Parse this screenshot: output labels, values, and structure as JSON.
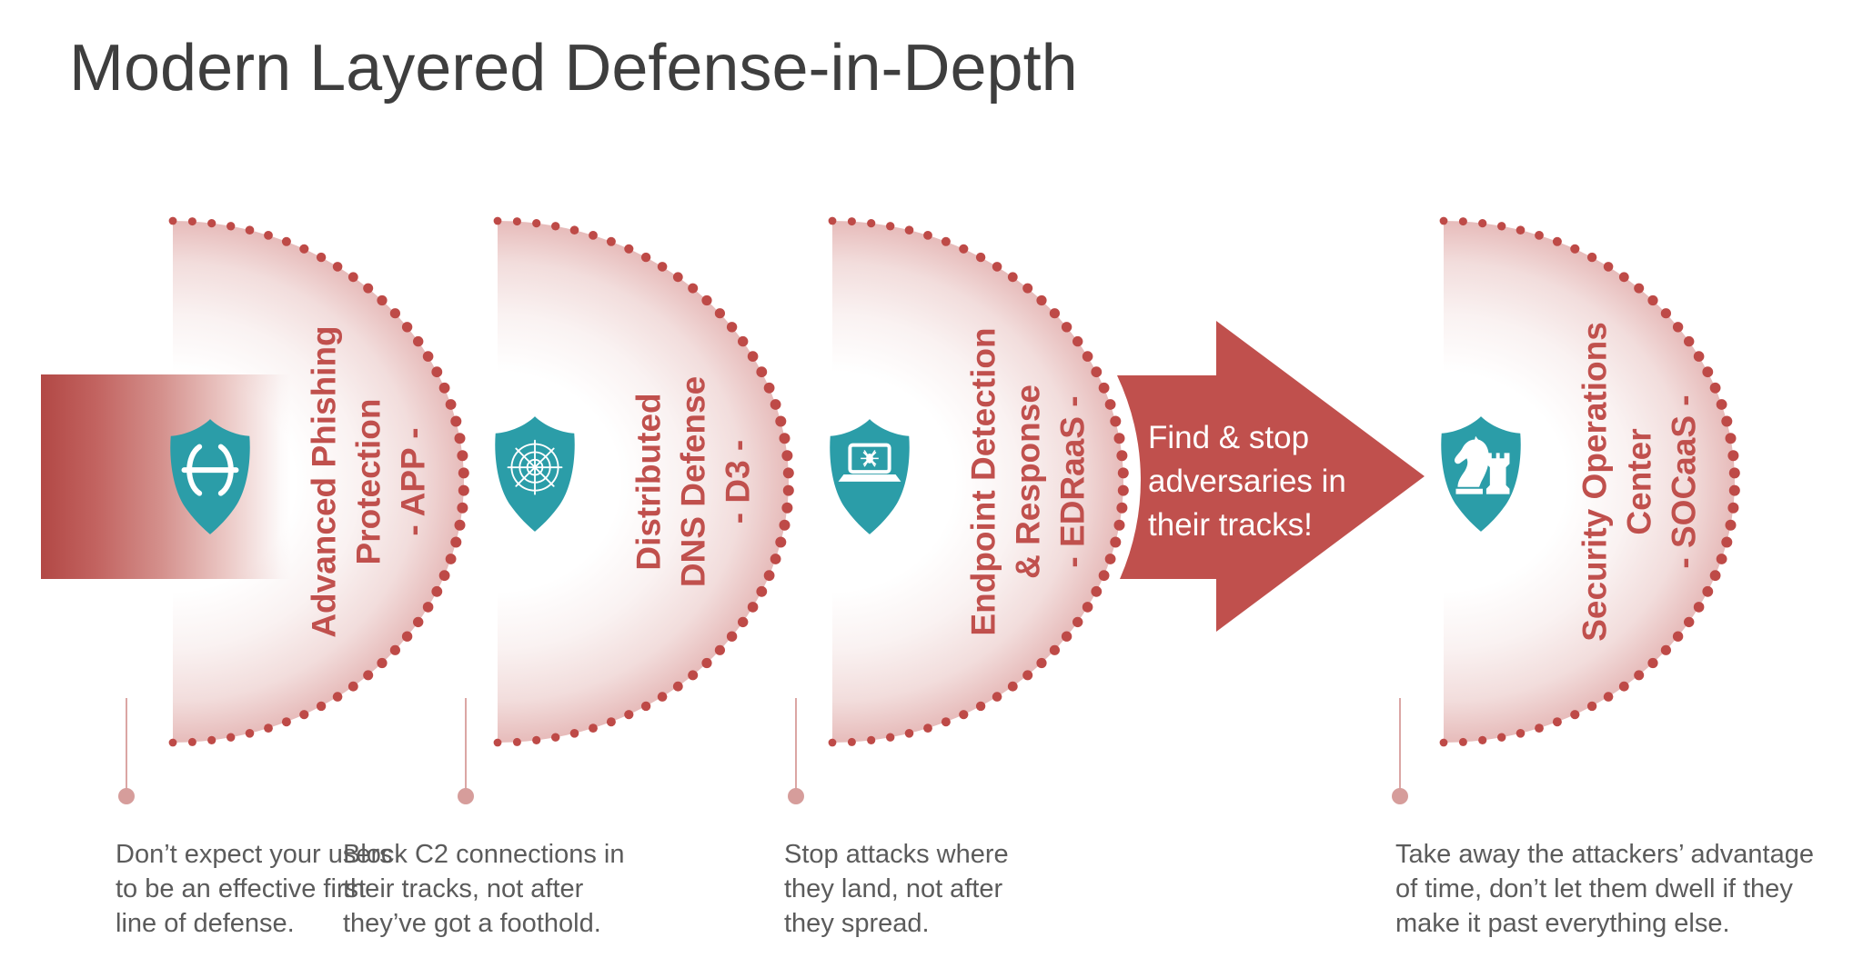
{
  "title": "Modern Layered Defense-in-Depth",
  "colors": {
    "accent_red": "#c0504d",
    "dot_red": "#be4a47",
    "shield_teal": "#2b9da8",
    "title_gray": "#3e3e3e",
    "caption_gray": "#5b5b5b",
    "connector_pink": "#dba6a4"
  },
  "arrow": {
    "lines": [
      "Find & stop",
      "adversaries in",
      "their tracks!"
    ]
  },
  "layers": [
    {
      "name_lines": [
        "Advanced Phishing",
        "Protection"
      ],
      "tag": "- APP -",
      "icon": "pisces-shield-icon",
      "caption_lines": [
        "Don’t expect your users",
        "to be an effective first",
        "line of defense."
      ]
    },
    {
      "name_lines": [
        "Distributed",
        "DNS Defense"
      ],
      "tag": "- D3 -",
      "icon": "spider-web-shield-icon",
      "caption_lines": [
        "Block C2 connections in",
        "their tracks, not after",
        "they’ve got a foothold."
      ]
    },
    {
      "name_lines": [
        "Endpoint Detection",
        "& Response"
      ],
      "tag": "- EDRaaS -",
      "icon": "laptop-bug-shield-icon",
      "caption_lines": [
        "Stop attacks where",
        "they land, not after",
        "they spread."
      ]
    },
    {
      "name_lines": [
        "Security Operations",
        "Center"
      ],
      "tag": "- SOCaaS -",
      "icon": "chess-knight-rook-shield-icon",
      "caption_lines": [
        "Take away the attackers’ advantage",
        "of time, don’t let them dwell if they",
        "make it past everything else."
      ]
    }
  ]
}
